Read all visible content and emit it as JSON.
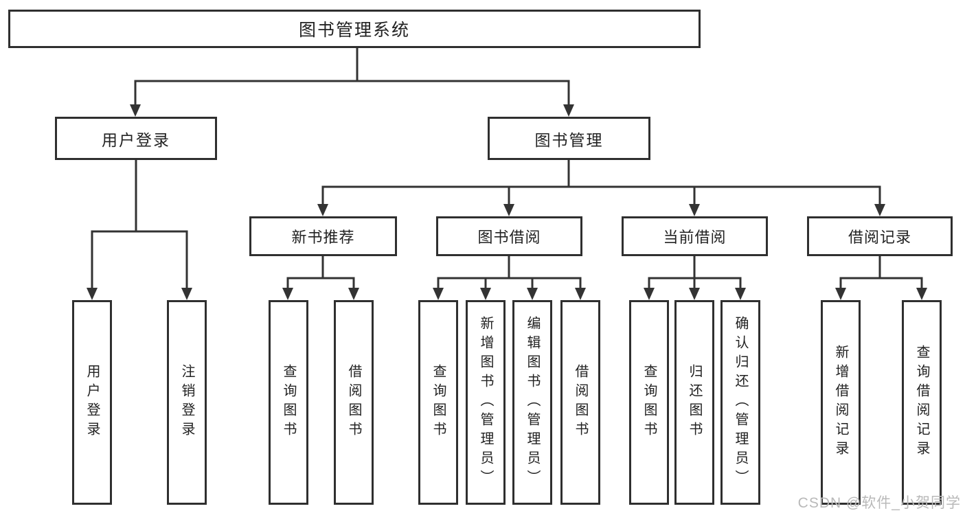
{
  "diagram": {
    "root": "图书管理系统",
    "branches": {
      "user": {
        "label": "用户登录",
        "children": [
          "用户登录",
          "注销登录"
        ]
      },
      "management": {
        "label": "图书管理",
        "sections": {
          "recommend": {
            "label": "新书推荐",
            "children": [
              "查询图书",
              "借阅图书"
            ]
          },
          "borrowing": {
            "label": "图书借阅",
            "children": [
              "查询图书",
              "新增图书（管理员）",
              "编辑图书（管理员）",
              "借阅图书"
            ]
          },
          "current": {
            "label": "当前借阅",
            "children": [
              "查询图书",
              "归还图书",
              "确认归还（管理员）"
            ]
          },
          "records": {
            "label": "借阅记录",
            "children": [
              "新增借阅记录",
              "查询借阅记录"
            ]
          }
        }
      }
    }
  },
  "watermark": "CSDN @软件_小贺同学",
  "colors": {
    "border": "#2f2f2f",
    "line": "#333333",
    "text": "#222222",
    "watermark_text": "#b9b9b9",
    "background": "#ffffff"
  }
}
